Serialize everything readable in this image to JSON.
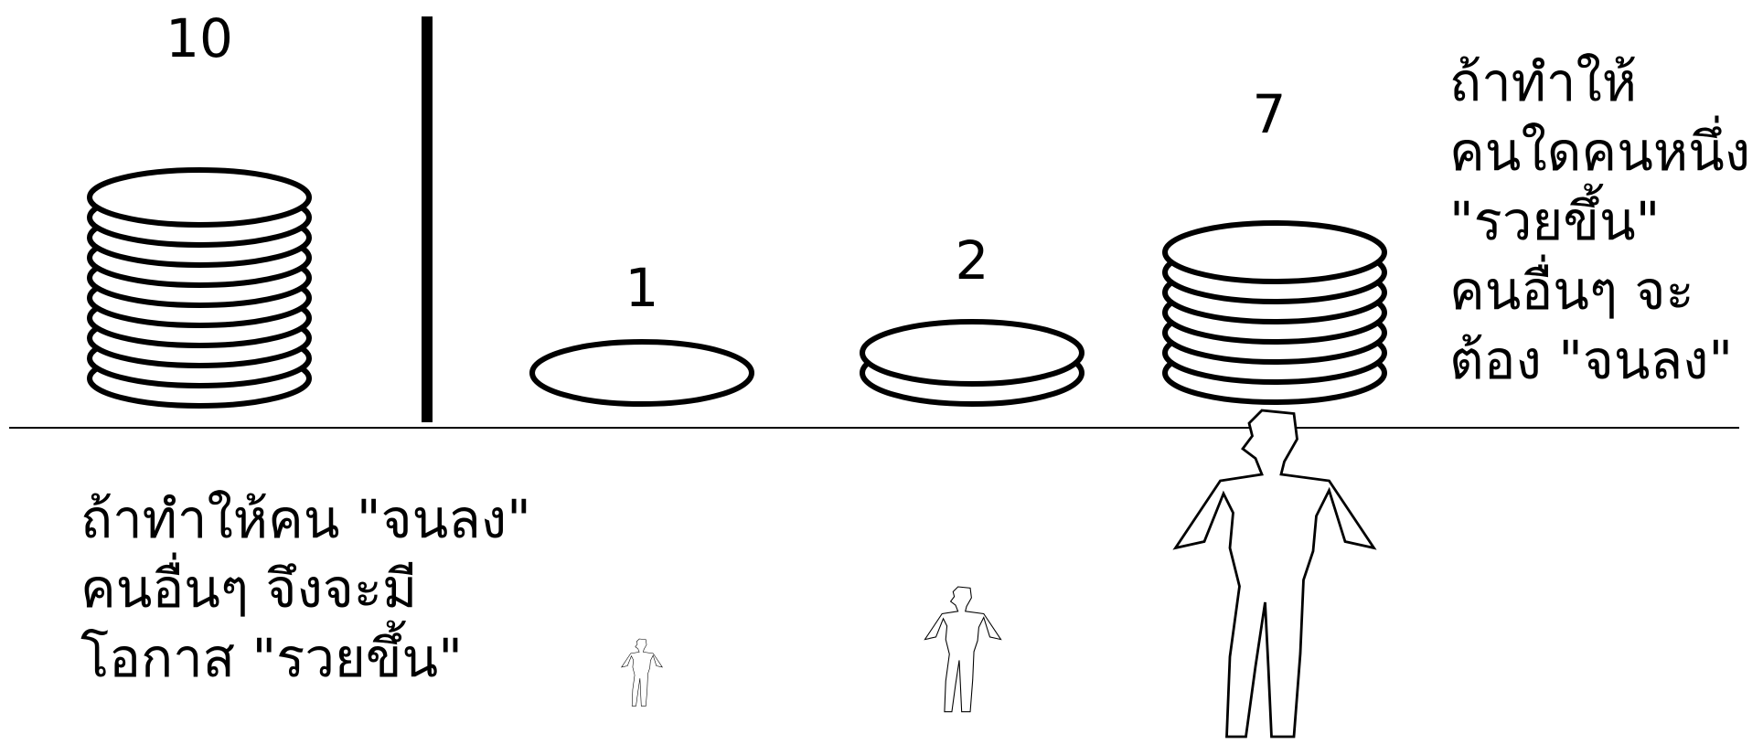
{
  "stacks": [
    {
      "id": "total",
      "label": "10",
      "coins": 10
    },
    {
      "id": "poor",
      "label": "1",
      "coins": 1
    },
    {
      "id": "middle",
      "label": "2",
      "coins": 2
    },
    {
      "id": "rich",
      "label": "7",
      "coins": 7
    }
  ],
  "right_text": [
    "ถ้าทำให้",
    "คนใดคนหนึ่ง",
    "\"รวยขึ้น\"",
    "คนอื่นๆ จะ",
    "ต้อง \"จนลง\""
  ],
  "left_text": [
    "ถ้าทำให้คน \"จนลง\"",
    "คนอื่นๆ จึงจะมี",
    "โอกาส \"รวยขึ้น\""
  ]
}
